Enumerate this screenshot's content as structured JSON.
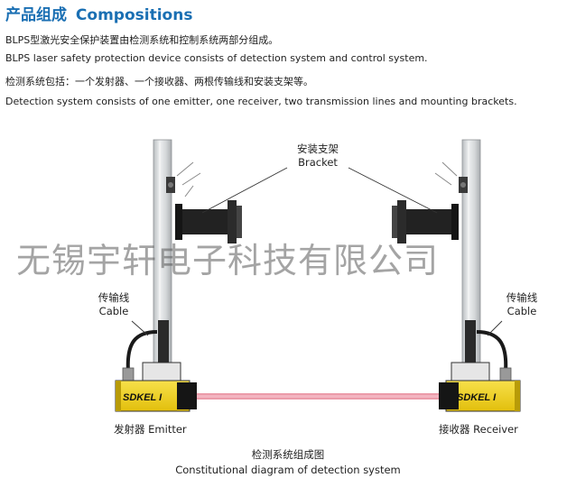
{
  "header": {
    "title_cn": "产品组成",
    "title_en": "Compositions"
  },
  "text": {
    "line1": "BLPS型激光安全保护装置由检测系统和控制系统两部分组成。",
    "line2": "BLPS laser safety protection device consists of detection system and control system.",
    "line3": "检测系统包括：一个发射器、一个接收器、两根传输线和安装支架等。",
    "line4": "Detection system consists of one emitter, one receiver, two transmission lines and mounting brackets."
  },
  "diagram": {
    "bracket_cn": "安装支架",
    "bracket_en": "Bracket",
    "cable_left_cn": "传输线",
    "cable_left_en": "Cable",
    "cable_right_cn": "传输线",
    "cable_right_en": "Cable",
    "emitter_brand": "SDKEL I",
    "receiver_brand": "SDKEL I",
    "emitter_label": "发射器 Emitter",
    "receiver_label": "接收器 Receiver",
    "watermark": "无锡宇轩电子科技有限公司",
    "caption_cn": "检测系统组成图",
    "caption_en": "Constitutional diagram of detection system",
    "colors": {
      "title": "#1a6fb3",
      "housing": "#f2d21b",
      "beam": "#e8899a",
      "column": "#d9dcde"
    }
  }
}
